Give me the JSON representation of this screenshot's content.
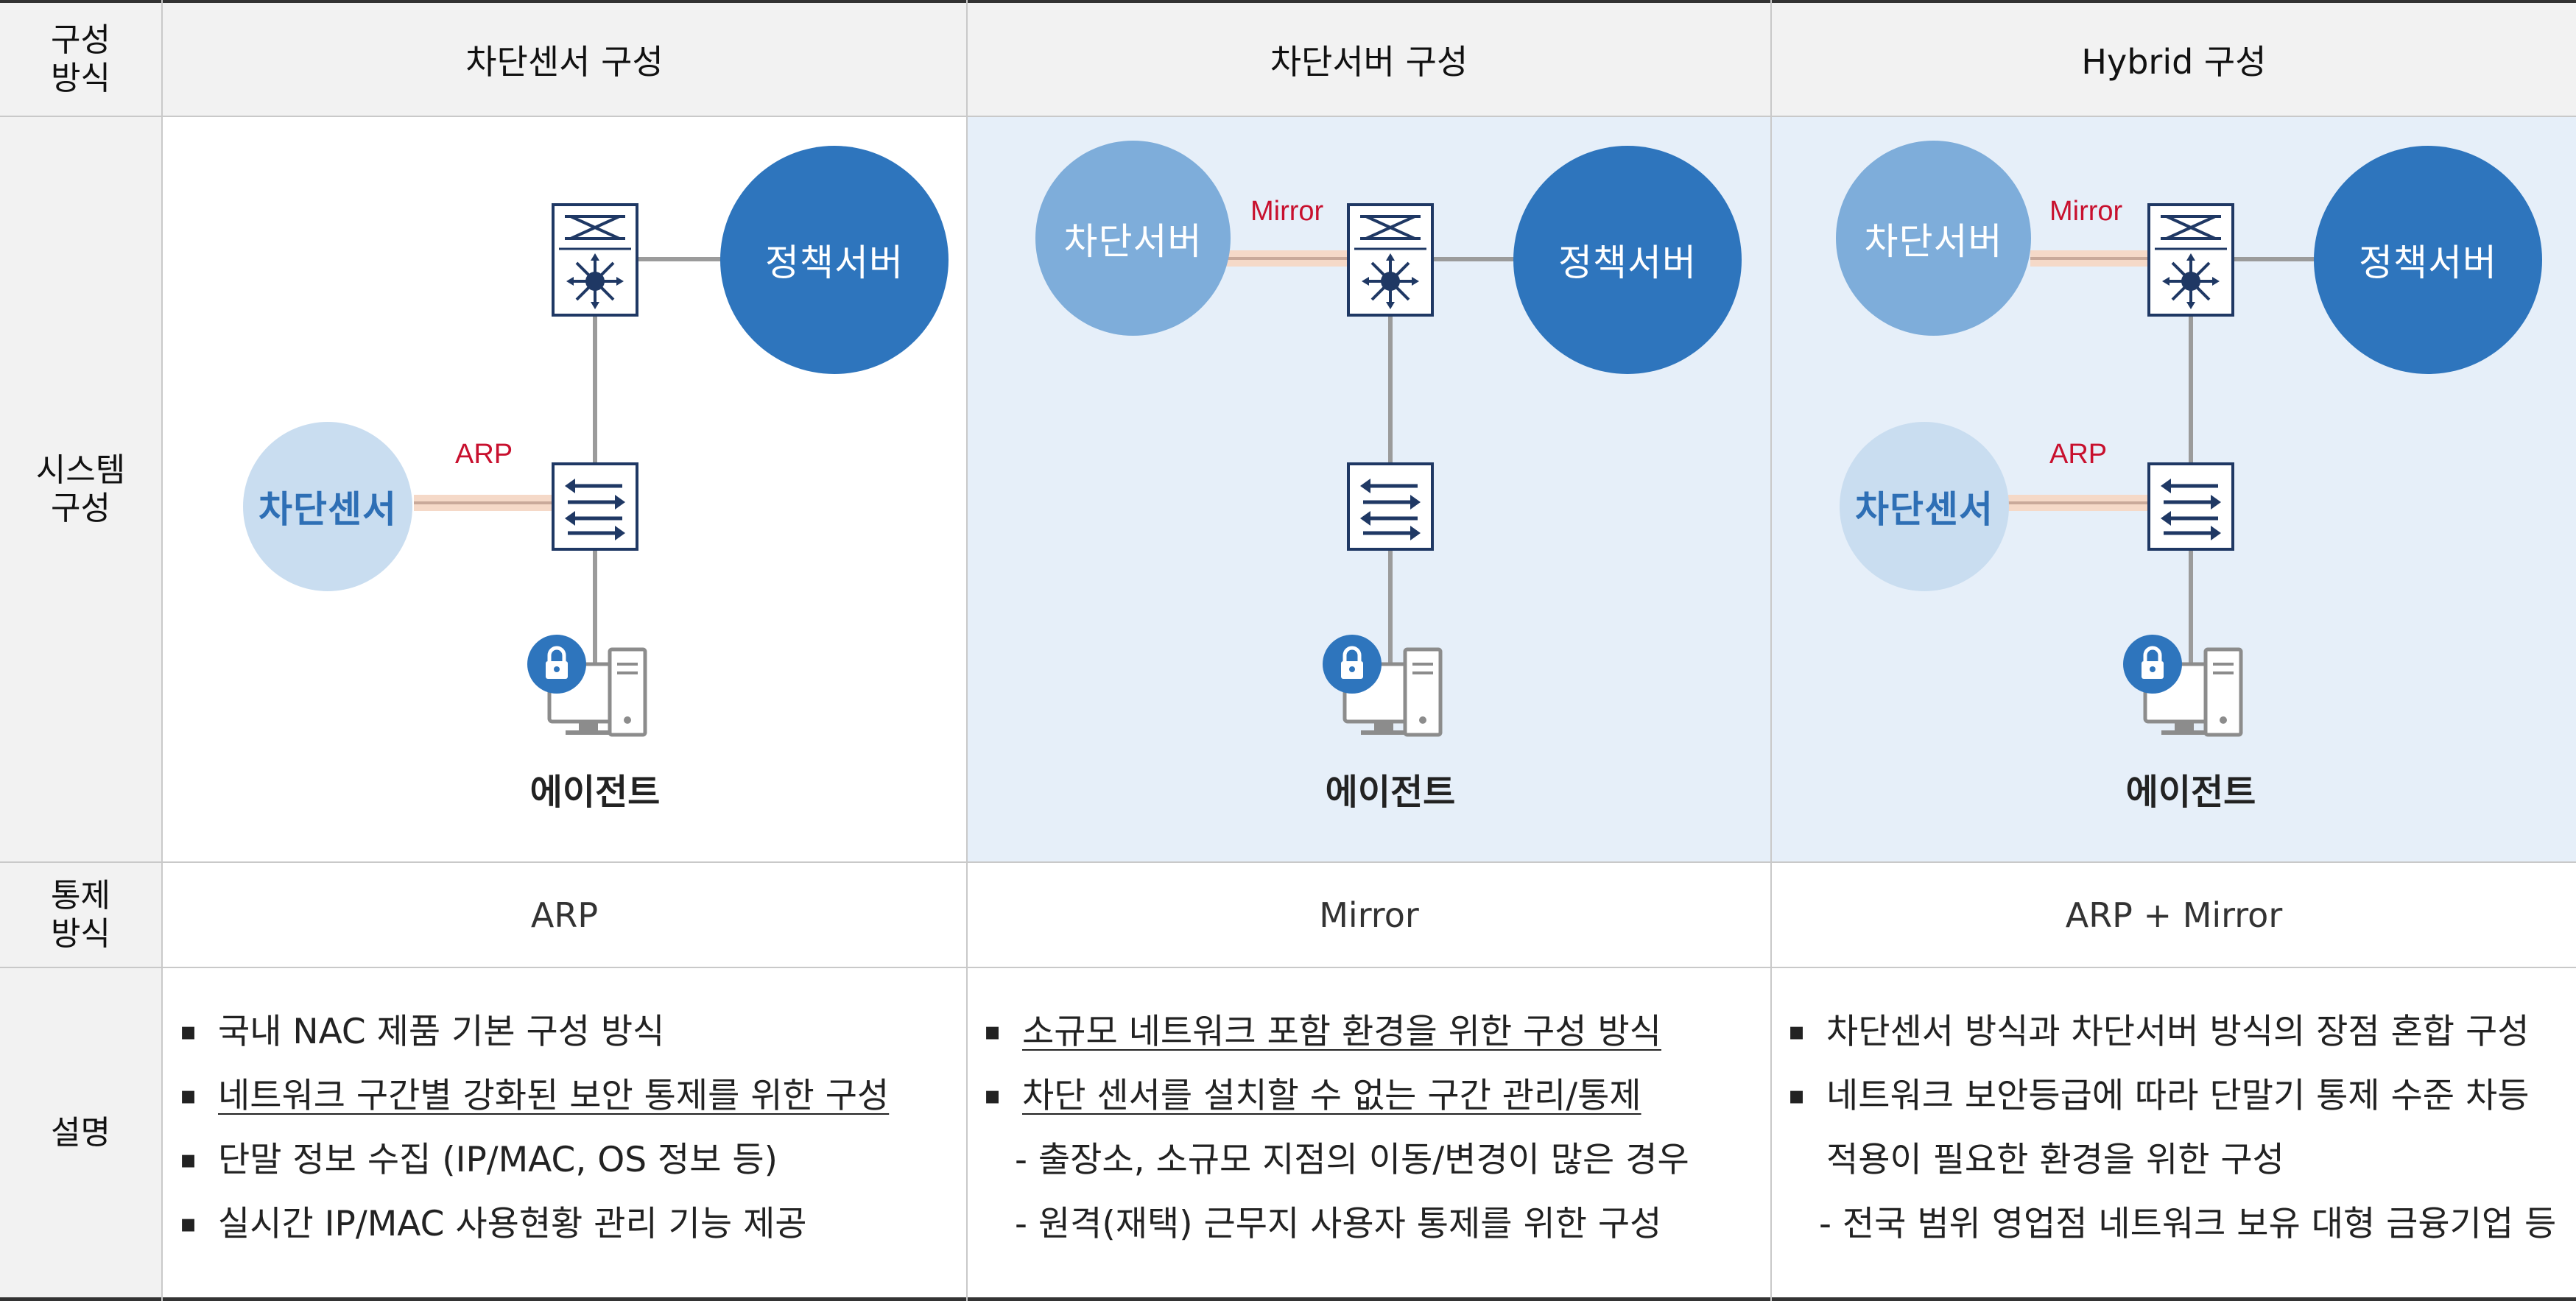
{
  "header": {
    "method_label": "구성\n방식",
    "columns": [
      "차단센서 구성",
      "차단서버 구성",
      "Hybrid 구성"
    ]
  },
  "rows": {
    "system_label": "시스템\n구성",
    "control_label": "통제\n방식",
    "desc_label": "설명"
  },
  "diagrams": {
    "sensor": {
      "policy_server": "정책서버",
      "sensor_node": "차단센서",
      "protocol": "ARP",
      "agent": "에이전트"
    },
    "server": {
      "policy_server": "정책서버",
      "server_node": "차단서버",
      "protocol": "Mirror",
      "agent": "에이전트"
    },
    "hybrid": {
      "policy_server": "정책서버",
      "server_node": "차단서버",
      "sensor_node": "차단센서",
      "protocol_mirror": "Mirror",
      "protocol_arp": "ARP",
      "agent": "에이전트"
    }
  },
  "control": [
    "ARP",
    "Mirror",
    "ARP + Mirror"
  ],
  "descriptions": {
    "sensor": [
      {
        "text": "국내 NAC 제품 기본 구성 방식",
        "kind": "bullet",
        "underline": false
      },
      {
        "text": "네트워크 구간별 강화된 보안 통제를 위한 구성",
        "kind": "bullet",
        "underline": true
      },
      {
        "text": "단말 정보 수집 (IP/MAC, OS 정보 등)",
        "kind": "bullet",
        "underline": false
      },
      {
        "text": "실시간 IP/MAC 사용현황 관리 기능 제공",
        "kind": "bullet",
        "underline": false
      }
    ],
    "server": [
      {
        "text": "소규모 네트워크 포함 환경을 위한 구성 방식",
        "kind": "bullet",
        "underline": true
      },
      {
        "text": "차단 센서를 설치할 수 없는 구간 관리/통제",
        "kind": "bullet",
        "underline": true
      },
      {
        "text": "- 출장소, 소규모 지점의 이동/변경이 많은 경우",
        "kind": "sub",
        "underline": false
      },
      {
        "text": "- 원격(재택) 근무지 사용자 통제를 위한 구성",
        "kind": "sub",
        "underline": false
      }
    ],
    "hybrid": [
      {
        "text": "차단센서 방식과 차단서버 방식의 장점 혼합 구성",
        "kind": "bullet",
        "underline": false
      },
      {
        "text": "네트워크 보안등급에 따라 단말기 통제 수준 차등",
        "kind": "bullet",
        "underline": false
      },
      {
        "text": "적용이 필요한 환경을 위한 구성",
        "kind": "cont",
        "underline": false
      },
      {
        "text": "- 전국 범위 영업점 네트워크 보유 대형 금융기업 등",
        "kind": "sub",
        "underline": false
      }
    ]
  },
  "colors": {
    "policy_server": "#2e75bd",
    "blocking_server": "#7eadda",
    "blocking_sensor": "#c9ddf0",
    "protocol_text": "#c8102e",
    "panel_tint": "#e6eff9",
    "header_bg": "#f2f2f2"
  }
}
